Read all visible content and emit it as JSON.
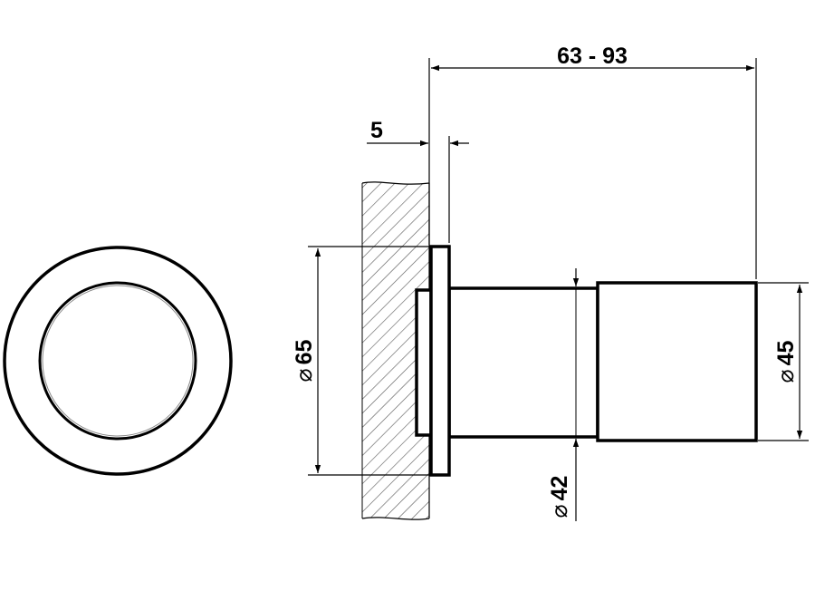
{
  "dimensions": {
    "projection": "63 - 93",
    "flange_thickness": "5",
    "flange_diameter": "65",
    "body_diameter": "42",
    "knob_diameter": "45",
    "diameter_symbol": "⌀"
  },
  "colors": {
    "line": "#000000",
    "hatch": "#555555",
    "background": "#ffffff"
  }
}
